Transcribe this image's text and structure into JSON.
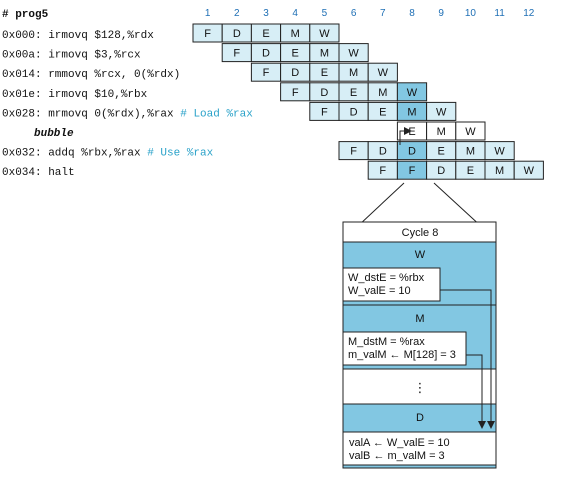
{
  "colors": {
    "cell_fill": "#d7eef6",
    "cell_fill_highlight": "#82c7e2",
    "stage_header_fill": "#82c7e2",
    "comment": "#2aa2c9",
    "cycle_number": "#1e6fb5",
    "stroke": "#222222"
  },
  "program": {
    "title": "# prog5",
    "lines": [
      {
        "code": "0x000: irmovq $128,%rdx",
        "comment": ""
      },
      {
        "code": "0x00a: irmovq  $3,%rcx",
        "comment": ""
      },
      {
        "code": "0x014: rmmovq %rcx, 0(%rdx)",
        "comment": ""
      },
      {
        "code": "0x01e: irmovq $10,%rbx",
        "comment": ""
      },
      {
        "code": "0x028: mrmovq 0(%rdx),%rax",
        "comment": " # Load %rax"
      },
      {
        "code": "bubble",
        "comment": "",
        "is_bubble": true
      },
      {
        "code": "0x032: addq %rbx,%rax",
        "comment": " # Use %rax"
      },
      {
        "code": "0x034: halt",
        "comment": ""
      }
    ]
  },
  "cycles": [
    "1",
    "2",
    "3",
    "4",
    "5",
    "6",
    "7",
    "8",
    "9",
    "10",
    "11",
    "12"
  ],
  "pipeline_rows": [
    {
      "start": 0,
      "stages": [
        "F",
        "D",
        "E",
        "M",
        "W"
      ]
    },
    {
      "start": 1,
      "stages": [
        "F",
        "D",
        "E",
        "M",
        "W"
      ]
    },
    {
      "start": 2,
      "stages": [
        "F",
        "D",
        "E",
        "M",
        "W"
      ]
    },
    {
      "start": 3,
      "stages": [
        "F",
        "D",
        "E",
        "M",
        "W"
      ]
    },
    {
      "start": 4,
      "stages": [
        "F",
        "D",
        "E",
        "M",
        "W"
      ]
    },
    {
      "start": 7,
      "stages": [
        "E",
        "M",
        "W"
      ],
      "bubble": true
    },
    {
      "start": 5,
      "stages": [
        "F",
        "D",
        "D",
        "E",
        "M",
        "W"
      ]
    },
    {
      "start": 6,
      "stages": [
        "F",
        "F",
        "D",
        "E",
        "M",
        "W"
      ]
    }
  ],
  "highlight_cycle": 8,
  "detail": {
    "title": "Cycle 8",
    "w_stage": {
      "label": "W",
      "lines": [
        "W_dstE = %rbx",
        "W_valE = 10"
      ]
    },
    "m_stage": {
      "label": "M",
      "lines": [
        "M_dstM = %rax",
        "m_valM ← M[128] = 3"
      ]
    },
    "ellipsis": "⋮",
    "d_stage": {
      "label": "D",
      "lines": [
        "valA ← W_valE = 10",
        "valB ← m_valM = 3"
      ]
    }
  }
}
